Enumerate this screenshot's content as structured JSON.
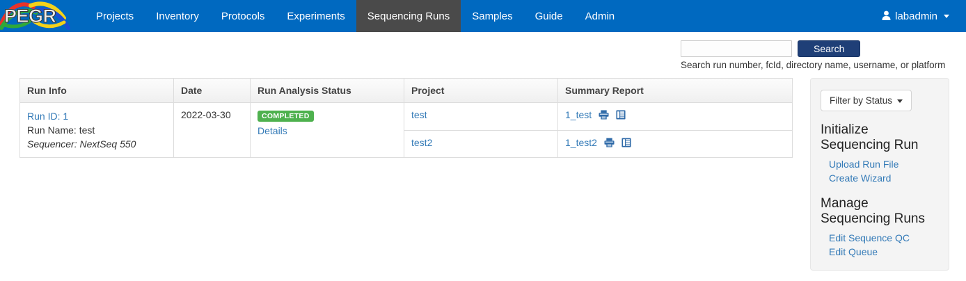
{
  "navbar": {
    "brand": "PEGR",
    "brand_icon": "pegr-dna-ribbon-logo",
    "items": [
      {
        "label": "Projects",
        "active": false
      },
      {
        "label": "Inventory",
        "active": false
      },
      {
        "label": "Protocols",
        "active": false
      },
      {
        "label": "Experiments",
        "active": false
      },
      {
        "label": "Sequencing Runs",
        "active": true
      },
      {
        "label": "Samples",
        "active": false
      },
      {
        "label": "Guide",
        "active": false
      },
      {
        "label": "Admin",
        "active": false
      }
    ],
    "user": "labadmin",
    "user_icon": "user-icon",
    "caret_icon": "caret-down-icon",
    "bg_color": "#0069c0",
    "active_bg_color": "#4a4a4a"
  },
  "search": {
    "value": "",
    "placeholder": "",
    "button_label": "Search",
    "button_color": "#1f3f77",
    "help_text": "Search run number, fcId, directory name, username, or platform"
  },
  "table": {
    "headers": [
      "Run Info",
      "Date",
      "Run Analysis Status",
      "Project",
      "Summary Report"
    ],
    "rows": [
      {
        "run_id_label": "Run ID: 1",
        "run_name_label": "Run Name: test",
        "sequencer_label": "Sequencer: NextSeq 550",
        "date": "2022-03-30",
        "status_badge": "COMPLETED",
        "status_badge_color": "#4eb14e",
        "details_label": "Details",
        "sub_rows": [
          {
            "project": "test",
            "summary_report": "1_test",
            "print_icon": "printer-icon",
            "report_icon": "report-list-icon"
          },
          {
            "project": "test2",
            "summary_report": "1_test2",
            "print_icon": "printer-icon",
            "report_icon": "report-list-icon"
          }
        ]
      }
    ]
  },
  "side_panel": {
    "filter_button": "Filter by Status",
    "filter_caret_icon": "caret-down-icon",
    "sections": [
      {
        "heading": "Initialize Sequencing Run",
        "links": [
          "Upload Run File",
          "Create Wizard"
        ]
      },
      {
        "heading": "Manage Sequencing Runs",
        "links": [
          "Edit Sequence QC",
          "Edit Queue"
        ]
      }
    ],
    "bg_color": "#f4f4f4",
    "link_color": "#337ab7"
  }
}
